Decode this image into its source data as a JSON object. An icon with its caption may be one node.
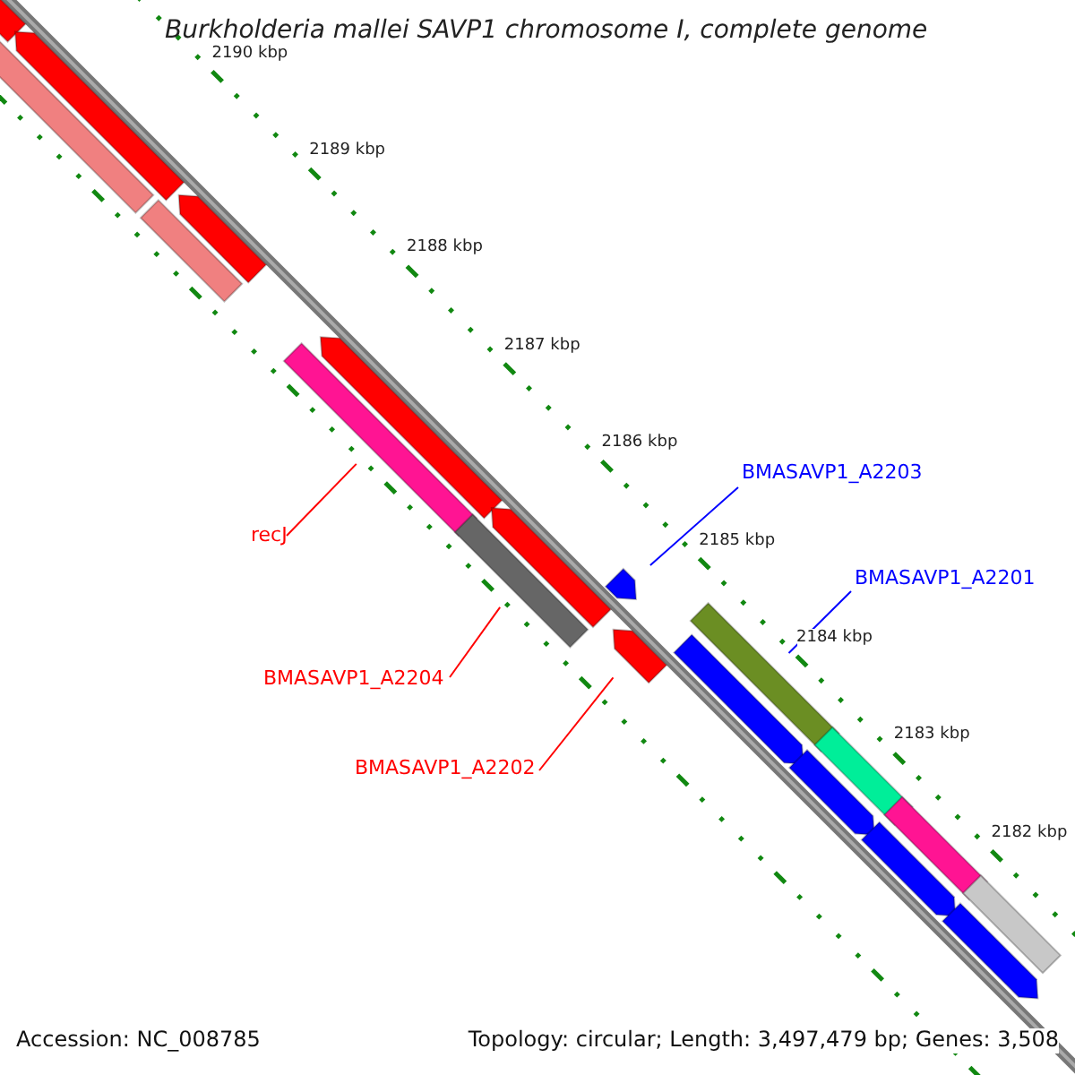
{
  "diagram": {
    "title": "Burkholderia mallei SAVP1 chromosome I, complete genome",
    "nodes": [
      {
        "text": [],
        "shape": "arrow"
      },
      {
        "text": [],
        "shape": "arrow"
      },
      {
        "text": [],
        "shape": "bar"
      },
      {
        "text": [],
        "shape": "arrow"
      },
      {
        "text": [],
        "shape": "bar"
      },
      {
        "text": [],
        "shape": "arrow"
      },
      {
        "text": [],
        "shape": "bar"
      },
      {
        "text": [],
        "shape": "arrow"
      },
      {
        "text": [],
        "shape": "bar"
      },
      {
        "text": [],
        "shape": "arrow"
      },
      {
        "text": [],
        "shape": "arrow"
      },
      {
        "text": [],
        "shape": "bar"
      },
      {
        "text": [],
        "shape": "arrow"
      },
      {
        "text": [],
        "shape": "bar"
      },
      {
        "text": [],
        "shape": "arrow"
      },
      {
        "text": [],
        "shape": "bar"
      },
      {
        "text": [],
        "shape": "arrow"
      },
      {
        "text": [],
        "shape": "bar"
      },
      {
        "text": [],
        "shape": "arrow"
      },
      {
        "text": [
          "BMASAVP1_A2203"
        ]
      },
      {
        "text": [
          "recJ"
        ]
      },
      {
        "text": [
          "BMASAVP1_A2201"
        ]
      },
      {
        "text": [
          "BMASAVP1_A2204"
        ]
      },
      {
        "text": [
          "BMASAVP1_A2202"
        ]
      }
    ],
    "edges": [
      {
        "from": 19,
        "to": 9,
        "arrow": "none",
        "color": "#0000ff"
      },
      {
        "from": 20,
        "to": 6,
        "arrow": "none"
      },
      {
        "from": 21,
        "to": 11,
        "arrow": "none",
        "color": "#0000ff"
      },
      {
        "from": 22,
        "to": 8,
        "arrow": "none"
      },
      {
        "from": 23,
        "to": 10,
        "arrow": "none"
      }
    ],
    "labels": [
      "2190 kbp",
      "2189 kbp",
      "2188 kbp",
      "2187 kbp",
      "2186 kbp",
      "2185 kbp",
      "2184 kbp",
      "2183 kbp",
      "2182 kbp",
      "Accession: NC_008785",
      "Topology: circular; Length: 3,497,479 bp; Genes: 3,508"
    ]
  }
}
